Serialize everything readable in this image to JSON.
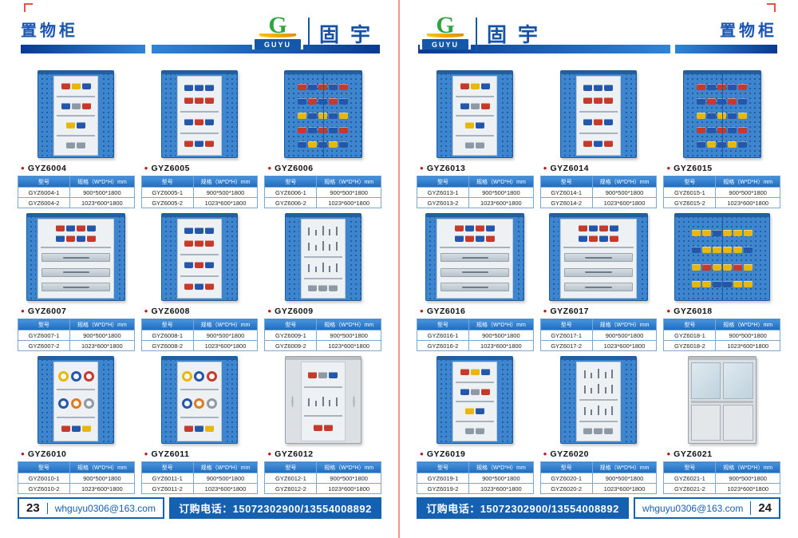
{
  "brand": {
    "logo_letter": "G",
    "logo_name": "GUYU",
    "name_cn": "固宇",
    "category": "置物柜"
  },
  "icons": {
    "bullet": "●"
  },
  "table_headers": {
    "model": "型号",
    "spec": "规格（W*D*H）mm"
  },
  "footer": {
    "email": "whguyu0306@163.com",
    "order_phone": "订购电话：15072302900/13554008892",
    "left_page": "23",
    "right_page": "24"
  },
  "pages": {
    "left": {
      "products": [
        {
          "model": "GYZ6004",
          "variant": "open-shelves",
          "rows": [
            [
              "GYZ6004-1",
              "900*500*1800"
            ],
            [
              "GYZ6004-2",
              "1023*600*1800"
            ]
          ]
        },
        {
          "model": "GYZ6005",
          "variant": "bins",
          "rows": [
            [
              "GYZ6005-1",
              "900*500*1800"
            ],
            [
              "GYZ6005-2",
              "1023*600*1800"
            ]
          ]
        },
        {
          "model": "GYZ6006",
          "variant": "pegboard-bins",
          "rows": [
            [
              "GYZ6006-1",
              "900*500*1800"
            ],
            [
              "GYZ6006-2",
              "1023*600*1800"
            ]
          ]
        },
        {
          "model": "GYZ6007",
          "variant": "wide-bins",
          "rows": [
            [
              "GYZ6007-1",
              "900*500*1800"
            ],
            [
              "GYZ6007-2",
              "1023*600*1800"
            ]
          ]
        },
        {
          "model": "GYZ6008",
          "variant": "bins",
          "rows": [
            [
              "GYZ6008-1",
              "900*500*1800"
            ],
            [
              "GYZ6008-2",
              "1023*600*1800"
            ]
          ]
        },
        {
          "model": "GYZ6009",
          "variant": "pegboard",
          "rows": [
            [
              "GYZ6009-1",
              "900*500*1800"
            ],
            [
              "GYZ6009-2",
              "1023*600*1800"
            ]
          ]
        },
        {
          "model": "GYZ6010",
          "variant": "reels",
          "rows": [
            [
              "GYZ6010-1",
              "900*500*1800"
            ],
            [
              "GYZ6010-2",
              "1023*600*1800"
            ]
          ]
        },
        {
          "model": "GYZ6011",
          "variant": "reels",
          "rows": [
            [
              "GYZ6011-1",
              "900*500*1800"
            ],
            [
              "GYZ6011-2",
              "1023*600*1800"
            ]
          ]
        },
        {
          "model": "GYZ6012",
          "variant": "grey-open",
          "rows": [
            [
              "GYZ6012-1",
              "900*500*1800"
            ],
            [
              "GYZ6012-2",
              "1023*600*1800"
            ]
          ]
        }
      ]
    },
    "right": {
      "products": [
        {
          "model": "GYZ6013",
          "variant": "open-shelves",
          "rows": [
            [
              "GYZ6013-1",
              "900*500*1800"
            ],
            [
              "GYZ6013-2",
              "1023*600*1800"
            ]
          ]
        },
        {
          "model": "GYZ6014",
          "variant": "bins",
          "rows": [
            [
              "GYZ6014-1",
              "900*500*1800"
            ],
            [
              "GYZ6014-2",
              "1023*600*1800"
            ]
          ]
        },
        {
          "model": "GYZ6015",
          "variant": "pegboard-bins",
          "rows": [
            [
              "GYZ6015-1",
              "900*500*1800"
            ],
            [
              "GYZ6015-2",
              "1023*600*1800"
            ]
          ]
        },
        {
          "model": "GYZ6016",
          "variant": "wide-bins",
          "rows": [
            [
              "GYZ6016-1",
              "900*500*1800"
            ],
            [
              "GYZ6016-2",
              "1023*600*1800"
            ]
          ]
        },
        {
          "model": "GYZ6017",
          "variant": "wide-bins",
          "rows": [
            [
              "GYZ6017-1",
              "900*500*1800"
            ],
            [
              "GYZ6017-2",
              "1023*600*1800"
            ]
          ]
        },
        {
          "model": "GYZ6018",
          "variant": "bins-yellow",
          "rows": [
            [
              "GYZ6018-1",
              "900*500*1800"
            ],
            [
              "GYZ6018-2",
              "1023*600*1800"
            ]
          ]
        },
        {
          "model": "GYZ6019",
          "variant": "open-shelves",
          "rows": [
            [
              "GYZ6019-1",
              "900*500*1800"
            ],
            [
              "GYZ6019-2",
              "1023*600*1800"
            ]
          ]
        },
        {
          "model": "GYZ6020",
          "variant": "pegboard",
          "rows": [
            [
              "GYZ6020-1",
              "900*500*1800"
            ],
            [
              "GYZ6020-2",
              "1023*600*1800"
            ]
          ]
        },
        {
          "model": "GYZ6021",
          "variant": "grey-glass",
          "rows": [
            [
              "GYZ6021-1",
              "900*500*1800"
            ],
            [
              "GYZ6021-2",
              "1023*600*1800"
            ]
          ]
        }
      ]
    }
  }
}
